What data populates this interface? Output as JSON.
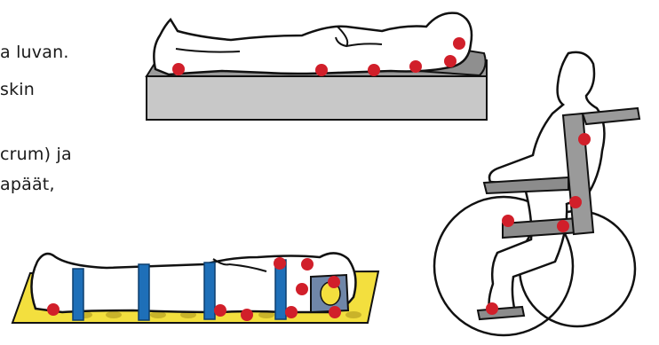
{
  "text": {
    "line1": "a luvan.",
    "line2": "skin",
    "line3": "crum) ja",
    "line4": "apäät,"
  },
  "colors": {
    "pressure_point": "#d11f2a",
    "mattress": "#bfbfbf",
    "mattress_top": "#9a9a9a",
    "board": "#f3df3e",
    "post": "#1e6fb8",
    "chair_frame": "#8c8c8c",
    "head_block": "#6f86a8",
    "outline": "#111111"
  },
  "figures": [
    {
      "name": "supine-on-mattress"
    },
    {
      "name": "seated-in-wheelchair"
    },
    {
      "name": "supine-on-board"
    }
  ]
}
